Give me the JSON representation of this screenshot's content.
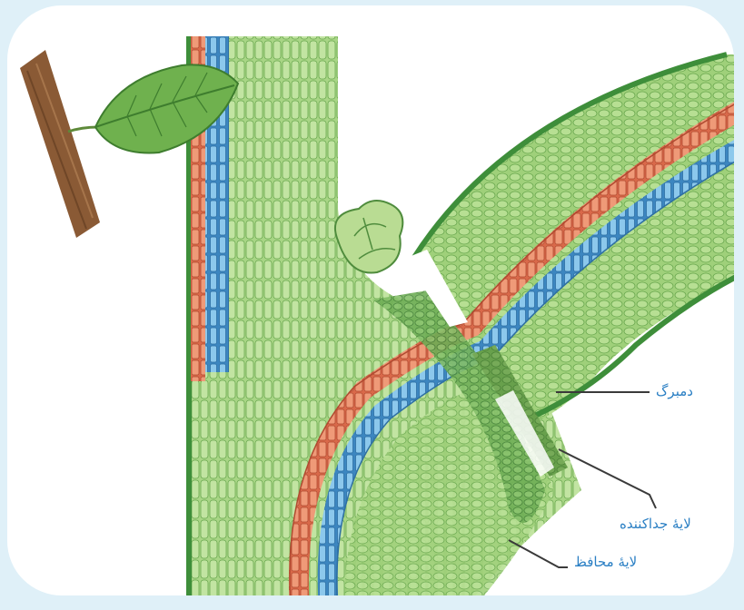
{
  "labels": {
    "petiole": "دمبرگ",
    "separation_layer": "لایهٔ جداکننده",
    "protective_layer": "لایهٔ محافظ"
  },
  "colors": {
    "label_text": "#2a7fc4",
    "leader_line": "#3a3a3a",
    "cortex_green": "#8cc26a",
    "epidermis_green": "#3e8e3a",
    "phloem_orange": "#e07b5a",
    "xylem_blue": "#6fb6e0",
    "branch_brown": "#8a5a35",
    "frame_bg": "#ffffff"
  },
  "icons": [
    "leaf-icon",
    "bud-icon",
    "twig-icon"
  ]
}
